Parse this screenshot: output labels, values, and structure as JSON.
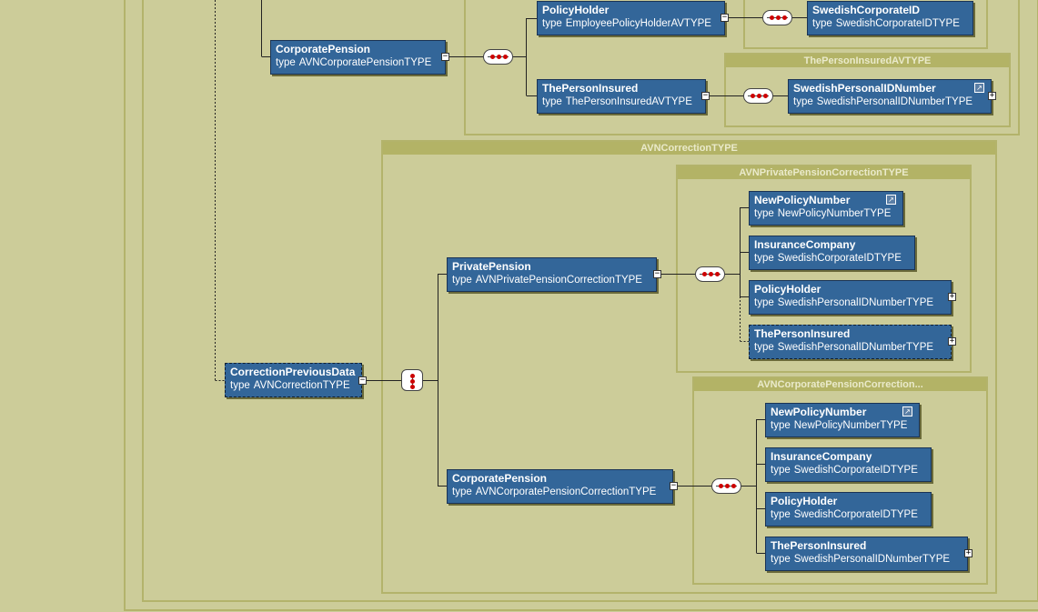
{
  "diagram": {
    "type_keyword": "type",
    "groups": {
      "person_insured_av": "ThePersonInsuredAVTYPE",
      "avn_correction": "AVNCorrectionTYPE",
      "private_correction": "AVNPrivatePensionCorrectionTYPE",
      "corporate_correction": "AVNCorporatePensionCorrection..."
    },
    "elements": {
      "policy_holder_top": {
        "name": "PolicyHolder",
        "type": "EmployeePolicyHolderAVTYPE"
      },
      "swedish_corporate_id_top": {
        "name": "SwedishCorporateID",
        "type": "SwedishCorporateIDTYPE"
      },
      "corporate_pension_top": {
        "name": "CorporatePension",
        "type": "AVNCorporatePensionTYPE"
      },
      "person_insured_top": {
        "name": "ThePersonInsured",
        "type": "ThePersonInsuredAVTYPE"
      },
      "swedish_personal_id_top": {
        "name": "SwedishPersonalIDNumber",
        "type": "SwedishPersonalIDNumberTYPE"
      },
      "correction_previous_data": {
        "name": "CorrectionPreviousData",
        "type": "AVNCorrectionTYPE"
      },
      "private_pension": {
        "name": "PrivatePension",
        "type": "AVNPrivatePensionCorrectionTYPE"
      },
      "pp_new_policy_number": {
        "name": "NewPolicyNumber",
        "type": "NewPolicyNumberTYPE"
      },
      "pp_insurance_company": {
        "name": "InsuranceCompany",
        "type": "SwedishCorporateIDTYPE"
      },
      "pp_policy_holder": {
        "name": "PolicyHolder",
        "type": "SwedishPersonalIDNumberTYPE"
      },
      "pp_person_insured": {
        "name": "ThePersonInsured",
        "type": "SwedishPersonalIDNumberTYPE"
      },
      "corporate_pension_corr": {
        "name": "CorporatePension",
        "type": "AVNCorporatePensionCorrectionTYPE"
      },
      "cp_new_policy_number": {
        "name": "NewPolicyNumber",
        "type": "NewPolicyNumberTYPE"
      },
      "cp_insurance_company": {
        "name": "InsuranceCompany",
        "type": "SwedishCorporateIDTYPE"
      },
      "cp_policy_holder": {
        "name": "PolicyHolder",
        "type": "SwedishCorporateIDTYPE"
      },
      "cp_person_insured": {
        "name": "ThePersonInsured",
        "type": "SwedishPersonalIDNumberTYPE"
      }
    }
  }
}
